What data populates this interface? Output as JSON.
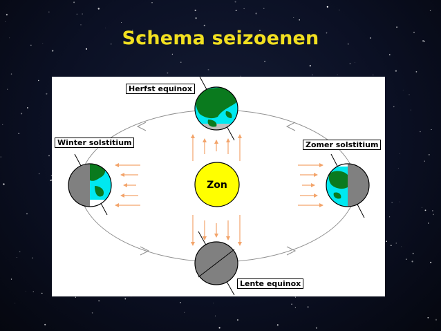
{
  "title": "Schema seizoenen",
  "diagram": {
    "sun_label": "Zon",
    "labels": {
      "autumn": "Herfst equinox",
      "winter": "Winter solstitium",
      "summer": "Zomer solstitium",
      "spring": "Lente equinox"
    }
  },
  "colors": {
    "title": "#f2e020",
    "sun": "#ffff00",
    "ocean": "#00e8f0",
    "land": "#0a7a1e",
    "night": "#808080",
    "orbit": "#909090",
    "rays": "#f3a46a"
  }
}
